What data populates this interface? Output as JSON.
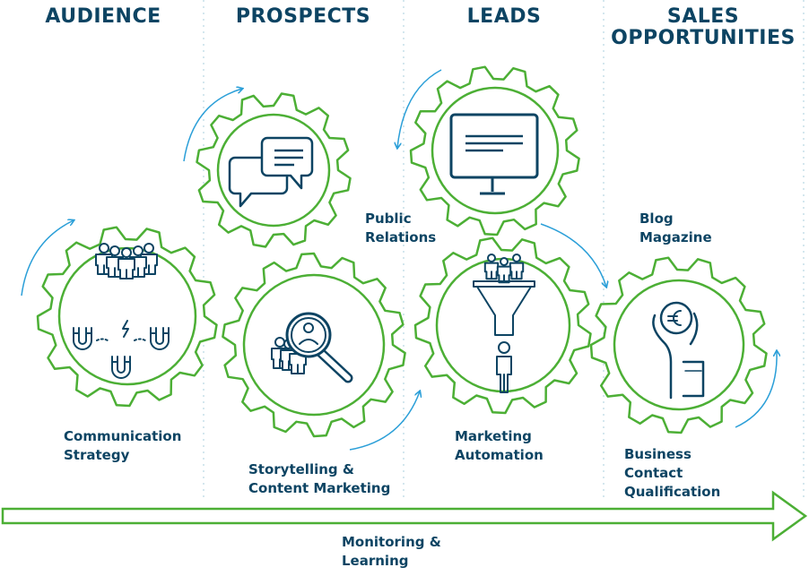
{
  "stages": [
    {
      "title": "AUDIENCE"
    },
    {
      "title": "PROSPECTS"
    },
    {
      "title": "LEADS"
    },
    {
      "title": "SALES\nOPPORTUNITIES"
    }
  ],
  "labels": {
    "communication_strategy": "Communication\nStrategy",
    "storytelling": "Storytelling &\nContent Marketing",
    "public_relations": "Public\nRelations",
    "blog_magazine": "Blog\nMagazine",
    "marketing_automation": "Marketing\nAutomation",
    "business_contact": "Business\nContact\nQualification",
    "monitoring": "Monitoring &\nLearning"
  },
  "icons": [
    "people-magnets-icon",
    "chat-bubbles-icon",
    "magnifier-people-icon",
    "monitor-icon",
    "funnel-people-icon",
    "hand-euro-coin-icon",
    "cycle-arrow-icon",
    "timeline-arrow-icon"
  ],
  "colors": {
    "gear_outline": "#4caf35",
    "icon": "#0d4463",
    "text": "#0d4463",
    "cycle_arrow": "#2b9fd8",
    "column_divider": "#c5dfe8"
  }
}
